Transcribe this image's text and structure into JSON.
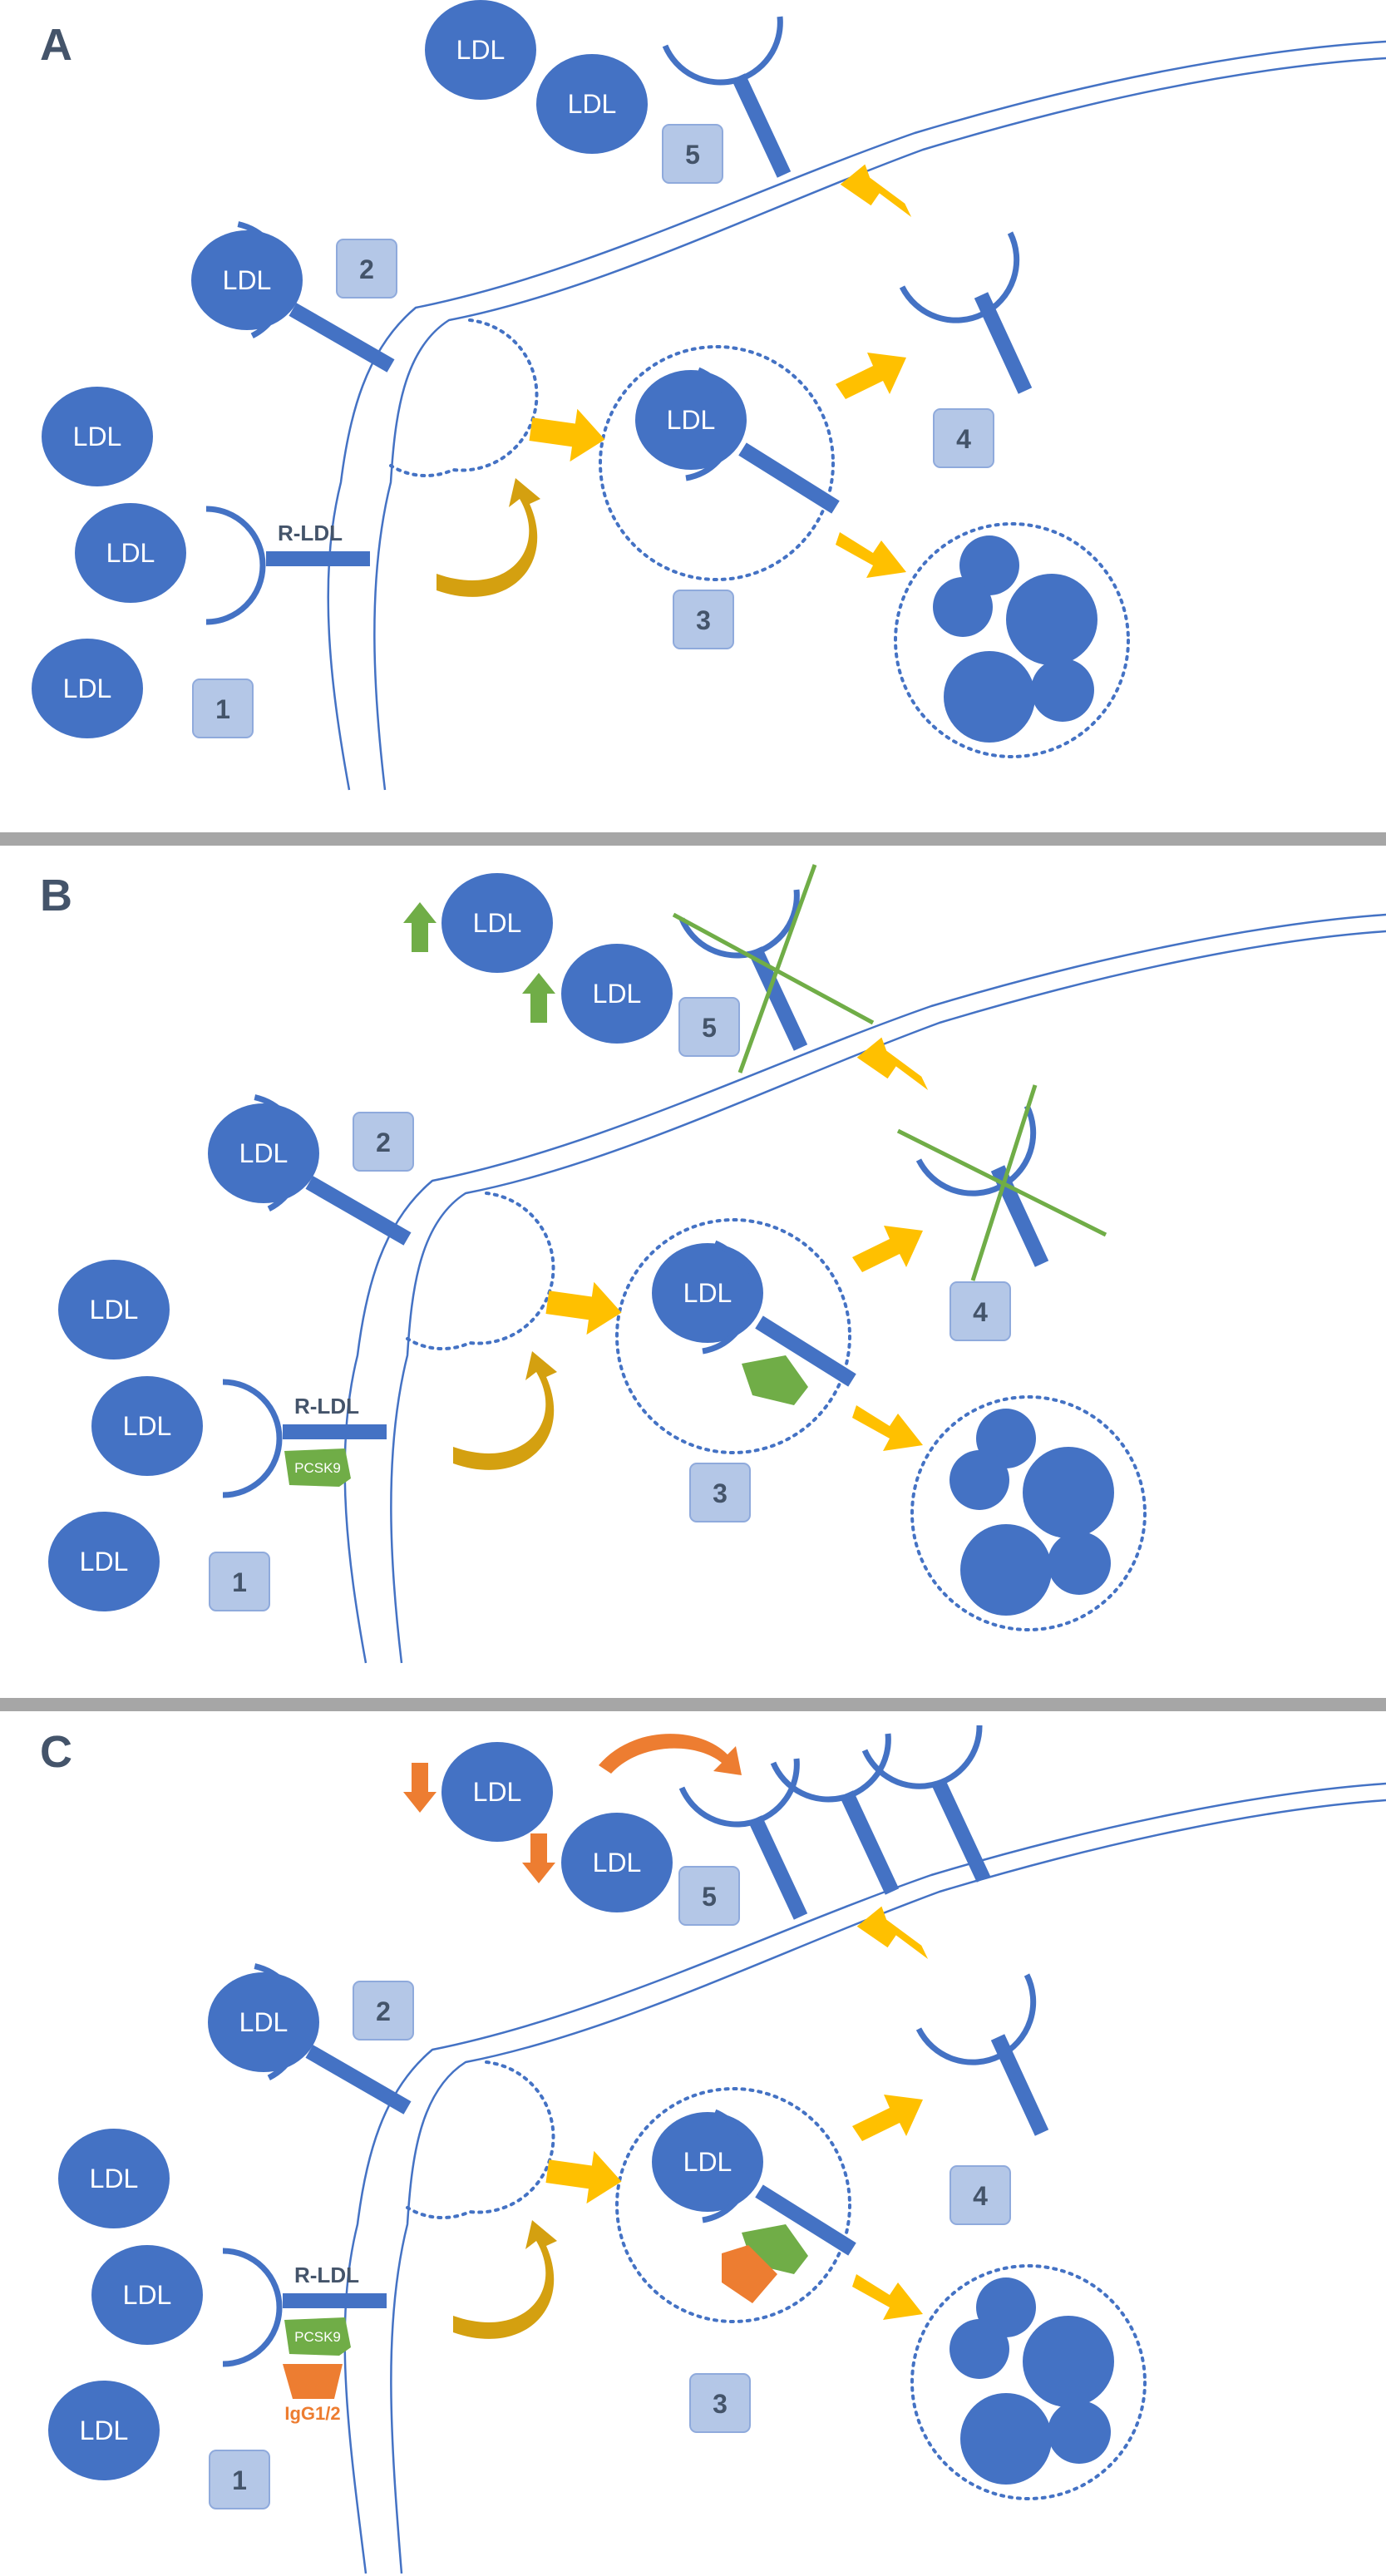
{
  "colors": {
    "ldl_fill": "#4472c4",
    "receptor": "#4472c4",
    "membrane": "#4472c4",
    "step_box_fill": "#b4c7e7",
    "step_box_stroke": "#8faadc",
    "yellow_arrow": "#ffc000",
    "recycle_arrow": "#d4a010",
    "pcsk9": "#70ad47",
    "antibody": "#ed7d31",
    "separator": "#a6a6a6",
    "label_text": "#44546a"
  },
  "labels": {
    "ldl": "LDL",
    "r_ldl": "R-LDL",
    "pcsk9": "PCSK9",
    "igg": "IgG1/2"
  },
  "panels": [
    {
      "letter": "A",
      "steps": [
        "1",
        "2",
        "3",
        "4",
        "5"
      ]
    },
    {
      "letter": "B",
      "steps": [
        "1",
        "2",
        "3",
        "4",
        "5"
      ]
    },
    {
      "letter": "C",
      "steps": [
        "1",
        "2",
        "3",
        "4",
        "5"
      ]
    }
  ]
}
